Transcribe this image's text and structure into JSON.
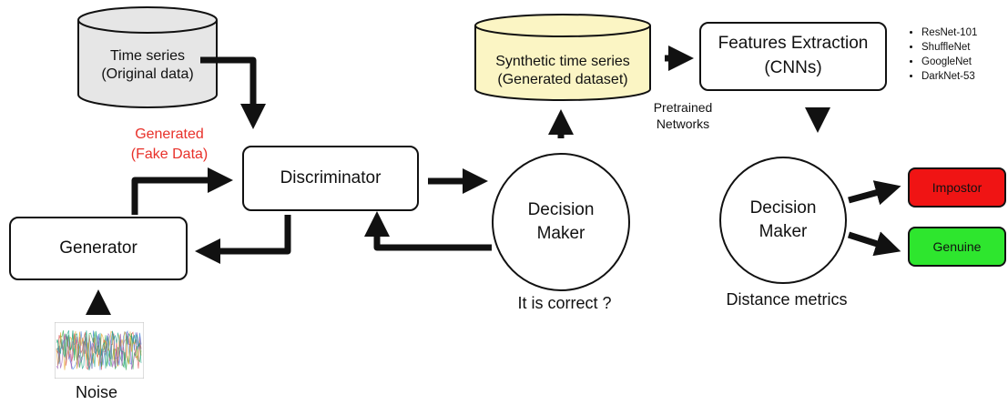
{
  "nodes": {
    "time_series": "Time series\n(Original data)",
    "synthetic": "Synthetic time series\n(Generated dataset)",
    "features": "Features Extraction\n(CNNs)",
    "discriminator": "Discriminator",
    "generator": "Generator",
    "decision_maker_1": "Decision\nMaker",
    "decision_maker_2": "Decision\nMaker",
    "impostor": "Impostor",
    "genuine": "Genuine"
  },
  "labels": {
    "generated": "Generated\n(Fake Data)",
    "pretrained": "Pretrained\nNetworks",
    "it_is_correct": "It is correct ?",
    "distance_metrics": "Distance metrics",
    "noise": "Noise"
  },
  "networks": [
    "ResNet-101",
    "ShuffleNet",
    "GoogleNet",
    "DarkNet-53"
  ],
  "colors": {
    "generated_text": "#e8312a",
    "time_series_fill": "#e6e6e6",
    "synthetic_fill": "#fbf5c4",
    "impostor_fill": "#f01414",
    "genuine_fill": "#2ee62e"
  }
}
